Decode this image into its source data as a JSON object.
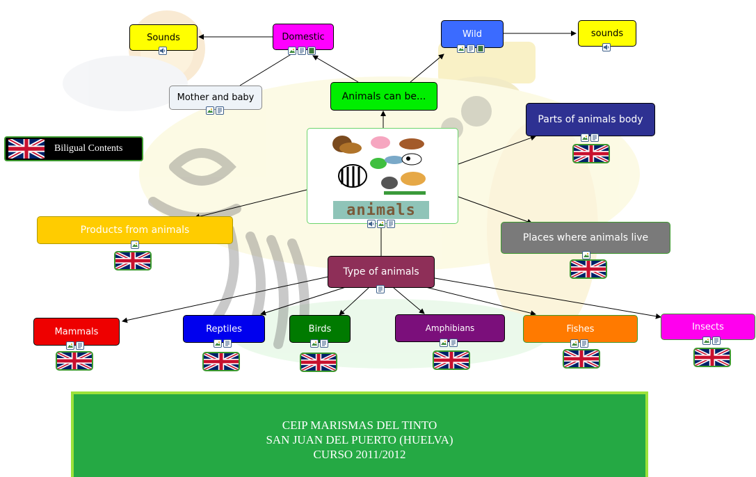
{
  "bilingual_label": "Biligual Contents",
  "center_word": "animals",
  "nodes": {
    "sounds_domestic": "Sounds",
    "domestic": "Domestic",
    "wild": "Wild",
    "sounds_wild": "sounds",
    "mother_baby": "Mother and baby",
    "animals_can_be": "Animals can be...",
    "parts_body": "Parts of animals body",
    "products": "Products from animals",
    "places": "Places where animals live",
    "type": "Type of animals",
    "mammals": "Mammals",
    "reptiles": "Reptiles",
    "birds": "Birds",
    "amphibians": "Amphibians",
    "fishes": "Fishes",
    "insects": "Insects"
  },
  "footer": {
    "line1": "CEIP MARISMAS DEL TINTO",
    "line2": "SAN JUAN DEL PUERTO (HUELVA)",
    "line3": "CURSO 2011/2012"
  },
  "colors": {
    "sounds": "#ffff00",
    "domestic": "#ff00ff",
    "wild": "#3b6bff",
    "mother_baby": "#eef3f8",
    "animals_can_be": "#00ee00",
    "parts_body": "#2e3192",
    "products": "#ffcc00",
    "places": "#7a7a7a",
    "type": "#8e2f58",
    "mammals": "#ee0000",
    "reptiles": "#0000ee",
    "birds": "#007a00",
    "amphibians": "#7b0f7b",
    "fishes": "#ff7a00",
    "insects": "#ff00ee",
    "footer": "#25a944"
  },
  "icons": [
    "speaker-icon",
    "image-icon",
    "document-icon",
    "film-icon",
    "uk-flag-icon"
  ]
}
